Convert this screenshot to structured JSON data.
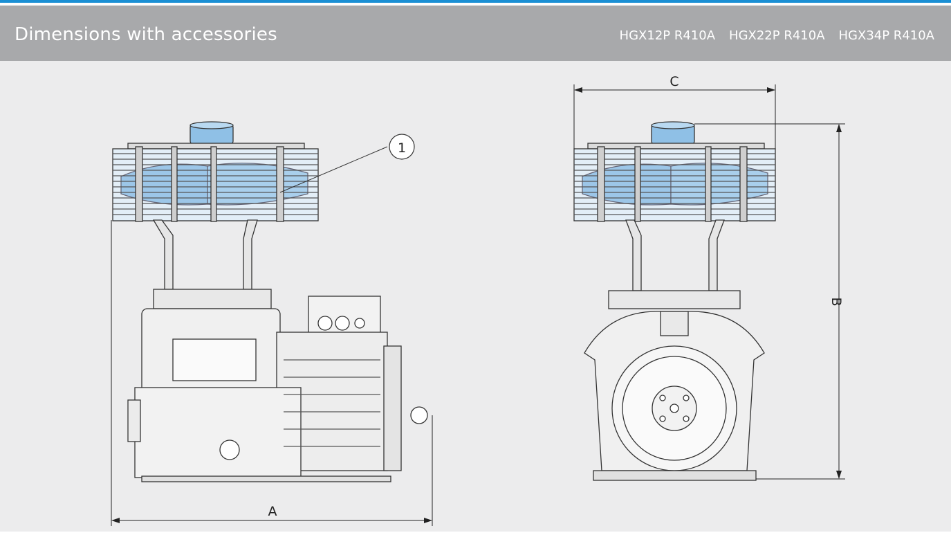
{
  "header": {
    "title": "Dimensions with accessories",
    "models": [
      "HGX12P R410A",
      "HGX22P R410A",
      "HGX34P R410A"
    ]
  },
  "drawing": {
    "callout_number": "1",
    "dim_labels": {
      "A": "A",
      "B": "B",
      "C": "C"
    }
  },
  "colors": {
    "accent": "#1a8fd4",
    "header_bg": "#a8a9ab",
    "panel_bg": "#ececed",
    "fan_blue": "#7fb6e0"
  }
}
